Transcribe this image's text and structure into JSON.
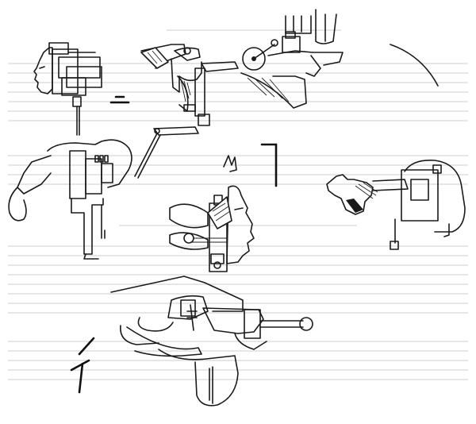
{
  "figures": [
    {
      "subject": "head-machine-left-top",
      "icon": "profile-head-icon"
    },
    {
      "subject": "telephone-bust-left",
      "icon": "telephone-receiver-icon"
    },
    {
      "subject": "winged-apparatus-top-center",
      "icon": "wheel-icon"
    },
    {
      "subject": "profile-head-right",
      "icon": "profile-head-icon"
    },
    {
      "subject": "central-profile-figure",
      "icon": "profile-head-icon"
    },
    {
      "subject": "boat-base-bottom",
      "icon": "rod-icon"
    }
  ],
  "colors": {
    "ink": "#1a1a1a",
    "paper": "#ffffff",
    "faint-text": "#d6d6d6"
  }
}
